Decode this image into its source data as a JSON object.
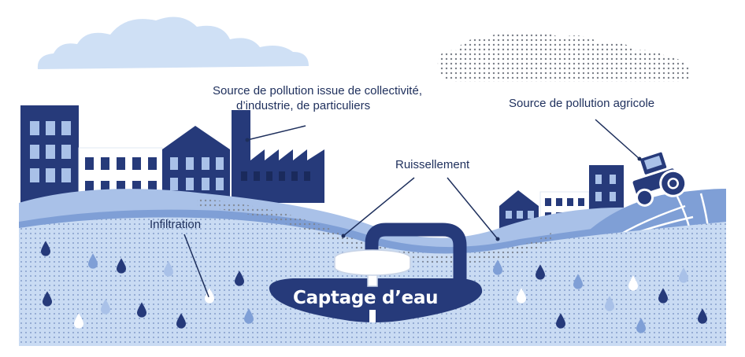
{
  "labels": {
    "urban_source_line1": "Source de pollution issue de collectivité,",
    "urban_source_line2": "d’industrie, de particuliers",
    "agricultural_source": "Source de pollution agricole",
    "runoff": "Ruissellement",
    "infiltration": "Infiltration",
    "water_catchment": "Captage d’eau"
  },
  "colors": {
    "navy": "#263a7a",
    "dark_navy": "#1e2f5c",
    "mid_blue": "#7f9fd6",
    "light_blue": "#a9c1e8",
    "pale_blue": "#c9dbf3",
    "cloud_blue": "#cfe0f5",
    "dot_gray": "#6f7580",
    "white": "#ffffff"
  }
}
